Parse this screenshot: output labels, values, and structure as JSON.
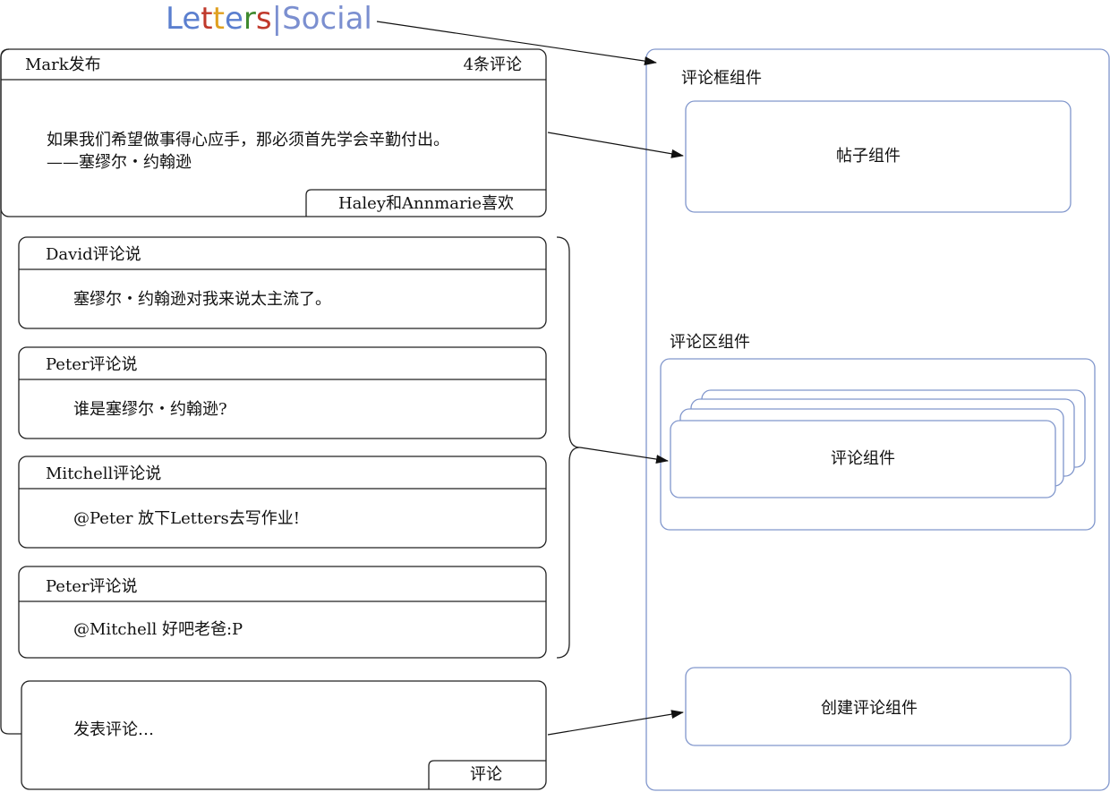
{
  "logo": {
    "letters": [
      {
        "ch": "L",
        "color": "#5b7fcf"
      },
      {
        "ch": "e",
        "color": "#5b7fcf"
      },
      {
        "ch": "t",
        "color": "#c0392b"
      },
      {
        "ch": "t",
        "color": "#e0a020"
      },
      {
        "ch": "e",
        "color": "#5b7fcf"
      },
      {
        "ch": "r",
        "color": "#3f8a2f"
      },
      {
        "ch": "s",
        "color": "#c0392b"
      }
    ],
    "separator": "|",
    "social": "Social",
    "brand_color": "#7b8fd0"
  },
  "post": {
    "author": "Mark发布",
    "comment_count": "4条评论",
    "body_line1": "如果我们希望做事得心应手，那必须首先学会辛勤付出。",
    "body_line2": "——塞缪尔・约翰逊",
    "likes": "Haley和Annmarie喜欢"
  },
  "comments": [
    {
      "header": "David评论说",
      "body": "塞缪尔・约翰逊对我来说太主流了。"
    },
    {
      "header": "Peter评论说",
      "body": "谁是塞缪尔・约翰逊?"
    },
    {
      "header": "Mitchell评论说",
      "body": "@Peter 放下Letters去写作业!"
    },
    {
      "header": "Peter评论说",
      "body": "@Mitchell 好吧老爸:P"
    }
  ],
  "composer": {
    "placeholder": "发表评论…",
    "submit_label": "评论"
  },
  "components": {
    "comment_box": "评论框组件",
    "post": "帖子组件",
    "comment_list": "评论区组件",
    "comment": "评论组件",
    "create_comment": "创建评论组件"
  },
  "colors": {
    "ui_stroke": "#222222",
    "component_stroke": "#8096cc"
  }
}
